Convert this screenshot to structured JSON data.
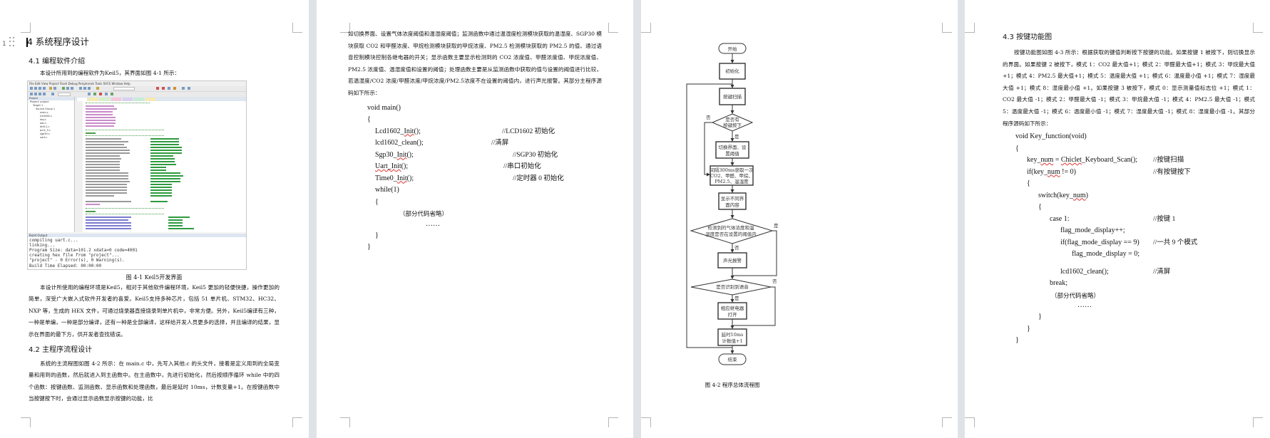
{
  "page1": {
    "margin_line_number": "1",
    "chapter_title": "4 系统程序设计",
    "section_4_1": {
      "title": "4.1 编程软件介绍",
      "intro": "本设计所用到的编程软件为Keil5，其界面如图 4-1 所示：",
      "figure_caption": "图 4-1 Keil5开发界面",
      "keil_screenshot": {
        "menu": "File  Edit  View  Project  Flash  Debug  Peripherals  Tools  SVCS  Window  Help",
        "target": "Target 1",
        "project_panel_title": "Project",
        "project_tree": [
          "Project: project",
          "Target 1",
          "Source Group 1",
          "main.c",
          "lcd1602.c",
          "key.c",
          "adc.c",
          "dht11.c",
          "pm2_5.c",
          "sgp30.c",
          "uart.c"
        ],
        "output_title": "Build Output",
        "output_lines": [
          "compiling uart.c...",
          "linking...",
          "Program Size: data=101.2 xdata=0 code=4001",
          "creating hex file from \"project\"...",
          "\"project\" - 0 Error(s), 0 Warning(s).",
          "Build Time Elapsed:  00:00:00"
        ]
      },
      "body": "本设计所使用的编程环境是Keil5，相对于其他软件编程环境，Keil5 更加的轻便快捷，操作更加的简单，深受广大嵌入式软件开发者的喜爱。Keil5支持多种芯片，包括 51 单片机、STM32、HC32、NXP 等，生成的 HEX 文件，可通过烧录器直接烧录到单片机中，非常方便。另外，Keil5编译有三种，一种是单编，一种是部分编译，还有一种是全部编译，这样给开发人员更多的选择，并且编译的结果，显示在界面的最下方，供开发者查找错误。"
    },
    "section_4_2": {
      "title": "4.2 主程序流程设计",
      "body": "系统的主流程图如图 4-2 所示：在 main.c 中，先写入其他.c 的头文件，接着是定义用到的全局变量和用到的函数，然后就进入到主函数中。在主函数中，先进行初始化，然后按顺序循环 while 中的四个函数：按键函数、监测函数、显示函数和处理函数，最后是延时 10ms，计数变量+1。在按键函数中当按键按下时，会通过显示函数显示按键的功能，比"
    }
  },
  "page2": {
    "body": "如切换界面、设置气体浓度阈值和温湿度阈值；监测函数中通过温湿度检测模块获取的温湿度、SGP30 模块获取 CO2 和甲醛浓度、甲烷检测模块获取的甲烷浓度、PM2.5 检测模块获取的 PM2.5 的值、通过语音控制模块控制各继电器的开关；显示函数主要显示检测到的 CO2 浓度值、甲醛浓度值、甲烷浓度值、PM2.5 浓度值、温湿度值和设置的阈值；处理函数主要是从监测函数中获取的值与设置的阈值进行比较，若温湿度/CO2 浓度/甲醛浓度/甲烷浓度/PM2.5浓度不在设置的阈值内，进行声光报警。其部分主程序源码如下所示：",
    "code": [
      {
        "text": "void main()",
        "comment": ""
      },
      {
        "text": "{",
        "comment": ""
      },
      {
        "text": "Lcd1602_Init();",
        "comment": "//LCD1602 初始化"
      },
      {
        "text": "lcd1602_clean();",
        "comment": "//清屏"
      },
      {
        "text": "Sgp30_Init();",
        "comment": "//SGP30 初始化"
      },
      {
        "text": "Uart_Init();",
        "comment": "//串口初始化"
      },
      {
        "text": "Time0_Init();",
        "comment": "//定时器 0 初始化"
      },
      {
        "text": "while(1)",
        "comment": ""
      },
      {
        "text": "{",
        "comment": ""
      },
      {
        "text": "（部分代码省略）",
        "comment": ""
      },
      {
        "text": "……",
        "comment": ""
      },
      {
        "text": "}",
        "comment": ""
      },
      {
        "text": "}",
        "comment": ""
      }
    ]
  },
  "page3": {
    "flowchart": {
      "nodes": {
        "start": "开始",
        "init": "初始化",
        "key_scan": "按键扫描",
        "key_pressed_q1": "是否有",
        "key_pressed_q2": "按键按下",
        "switch1": "切换界面、设",
        "switch2": "置阈值",
        "acquire1": "间隔300ms获取一次",
        "acquire2": "CO2、甲醛、甲烷、",
        "acquire3": "PM2.5、温湿度",
        "display1": "显示不同界",
        "display2": "面内容",
        "threshold_q1": "检测到的气体浓度和温",
        "threshold_q2": "湿度是否在设置的阈值内",
        "alarm": "声光报警",
        "voice_q": "是否识别到语音",
        "relay1": "相应继电器",
        "relay2": "打开",
        "delay1": "延时10ms",
        "delay2": "计数值+1",
        "end": "结束"
      },
      "labels": {
        "yes": "是",
        "no": "否"
      },
      "caption": "图 4-2  程序总体流程图"
    }
  },
  "page4": {
    "section_4_3": {
      "title": "4.3 按键功能图",
      "body": "按键功能图如图 4-3 所示：根据获取的键值判断按下按键的功能。如果按键 1 被按下，则切换显示的界面。如果按键 2 被按下，模式 1：CO2 最大值+1；模式 2：甲醛最大值+1；模式 3：甲烷最大值+1；模式 4：PM2.5 最大值+1；模式 5：温度最大值 +1；模式 6：温度最小值 +1；模式 7：湿度最大值 +1；模式 8：湿度最小值 +1。如果按键 3 被按下，模式 0：显示测量值标志位 +1；模式 1：CO2 最大值 -1；模式 2：甲醛最大值 -1；模式 3：甲烷最大值 -1；模式 4：PM2.5 最大值 -1；模式 5：温度最大值 -1；模式 6：温度最小值 -1；模式 7：湿度最大值 -1；模式 8：湿度最小值 -1。其部分程序源码如下所示："
    },
    "code": [
      {
        "text": "void Key_function(void)",
        "comment": ""
      },
      {
        "text": "{",
        "comment": ""
      },
      {
        "text": "key_num = Chiclet_Keyboard_Scan();",
        "comment": "//按键扫描"
      },
      {
        "text": "if(key_num != 0)",
        "comment": "//有按键按下"
      },
      {
        "text": "{",
        "comment": ""
      },
      {
        "text": "switch(key_num)",
        "comment": ""
      },
      {
        "text": "{",
        "comment": ""
      },
      {
        "text": "case 1:",
        "comment": "//按键 1"
      },
      {
        "text": "flag_mode_display++;",
        "comment": ""
      },
      {
        "text": "if(flag_mode_display == 9)",
        "comment": "//一共 9 个模式"
      },
      {
        "text": "flag_mode_display = 0;",
        "comment": ""
      },
      {
        "text": "lcd1602_clean();",
        "comment": "//清屏"
      },
      {
        "text": "break;",
        "comment": ""
      },
      {
        "text": "（部分代码省略）",
        "comment": ""
      },
      {
        "text": "……",
        "comment": ""
      },
      {
        "text": "}",
        "comment": ""
      },
      {
        "text": "}",
        "comment": ""
      },
      {
        "text": "}",
        "comment": ""
      }
    ]
  }
}
